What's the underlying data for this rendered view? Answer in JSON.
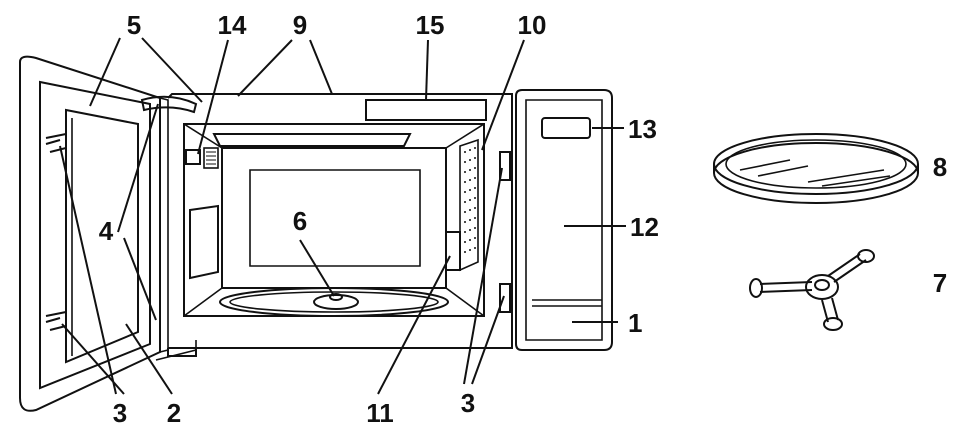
{
  "diagram": {
    "labels": {
      "l1": "1",
      "l2": "2",
      "l3a": "3",
      "l3b": "3",
      "l4": "4",
      "l5": "5",
      "l6": "6",
      "l7": "7",
      "l8": "8",
      "l9": "9",
      "l10": "10",
      "l11": "11",
      "l12": "12",
      "l13": "13",
      "l14": "14",
      "l15": "15"
    }
  }
}
